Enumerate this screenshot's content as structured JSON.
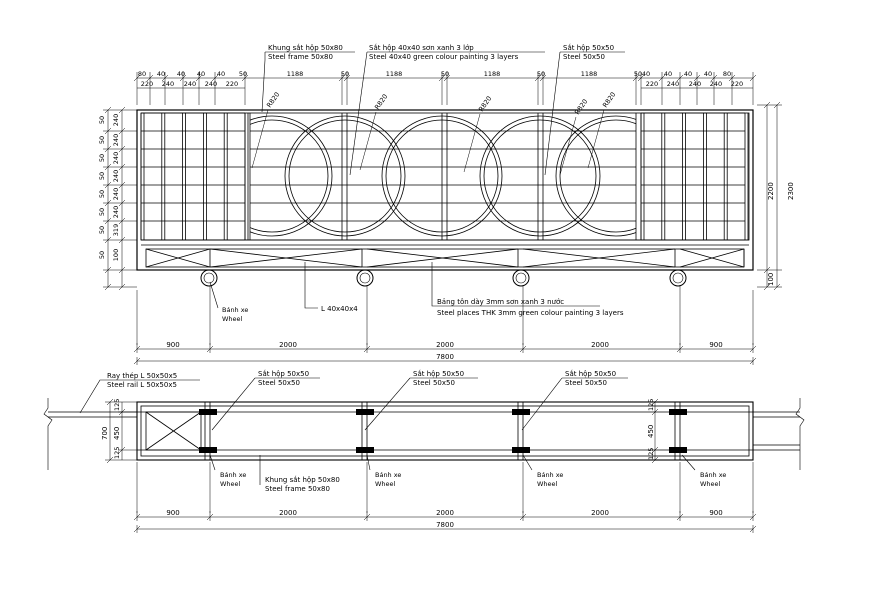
{
  "elevation": {
    "top_dims": [
      "80",
      "40",
      "40",
      "40",
      "40",
      "50",
      "1188",
      "50",
      "1188",
      "50",
      "1188",
      "50",
      "1188",
      "50",
      "40",
      "40",
      "40",
      "40",
      "80"
    ],
    "top_dims_sub": [
      "220",
      "240",
      "240",
      "240",
      "220",
      "220",
      "240",
      "240",
      "240",
      "220"
    ],
    "left_dims_a": [
      "50",
      "50",
      "50",
      "50",
      "50",
      "50",
      "50",
      "50"
    ],
    "left_dims_b": [
      "240",
      "240",
      "240",
      "240",
      "240",
      "240",
      "319",
      "100"
    ],
    "right_dims": [
      "2300",
      "2200",
      "100"
    ],
    "radius_labels": [
      "R820",
      "R820",
      "R820",
      "R820",
      "R820"
    ],
    "bottom_dims": [
      "900",
      "2000",
      "2000",
      "2000",
      "900"
    ],
    "total": "7800"
  },
  "plan": {
    "left_dims": [
      "700",
      "450",
      "125",
      "125"
    ],
    "right_dims": [
      "125",
      "450",
      "125"
    ],
    "bottom_dims": [
      "900",
      "2000",
      "2000",
      "2000",
      "900"
    ],
    "total": "7800"
  },
  "notes": {
    "frame_vn": "Khung sắt hộp 50x80",
    "frame_en": "Steel frame 50x80",
    "infill_vn": "Sắt hộp 40x40 sơn xanh 3 lớp",
    "infill_en": "Steel  40x40 green colour painting 3 layers",
    "post_vn": "Sắt hộp 50x50",
    "post_en": "Steel  50x50",
    "angle": "L 40x40x4",
    "plate_vn": "Bảng tôn dày 3mm sơn xanh 3 nước",
    "plate_en": "Steel places THK 3mm green colour painting 3 layers",
    "wheel_vn": "Bánh xe",
    "wheel_en": "Wheel",
    "rail_vn": "Ray thép L 50x50x5",
    "rail_en": "Steel rail L 50x50x5"
  }
}
